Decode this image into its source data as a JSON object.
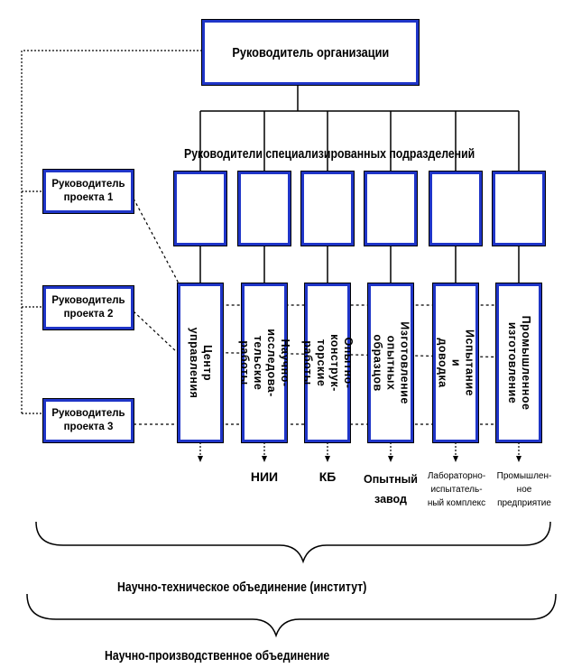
{
  "top_box": {
    "label": "Руководитель организации"
  },
  "specialized_heading": "Руководители специализированных подразделений",
  "project_managers": [
    {
      "label": "Руководитель\nпроекта 1"
    },
    {
      "label": "Руководитель\nпроекта 2"
    },
    {
      "label": "Руководитель\nпроекта 3"
    }
  ],
  "departments": [
    {
      "vertical_label": "Центр\nуправления",
      "bottom_label": ""
    },
    {
      "vertical_label": "Научно-исследова-\nтельские работы",
      "bottom_label": "НИИ"
    },
    {
      "vertical_label": "Опытно-конструк-\nторские работы",
      "bottom_label": "КБ"
    },
    {
      "vertical_label": "Изготовление\nопытных образцов",
      "bottom_label": "Опытный\nзавод"
    },
    {
      "vertical_label": "Испытание и\nдоводка",
      "bottom_label": "Лабораторно-\nиспытатель-\nный комплекс"
    },
    {
      "vertical_label": "Промышленное\nизготовление",
      "bottom_label": "Промышлен-\nное\nпредприятие"
    }
  ],
  "groupings": {
    "institute": "Научно-техническое объединение (институт)",
    "production": "Научно-производственное объединение"
  },
  "colors": {
    "box_border": "#1f35c8",
    "lines": "#000000"
  }
}
